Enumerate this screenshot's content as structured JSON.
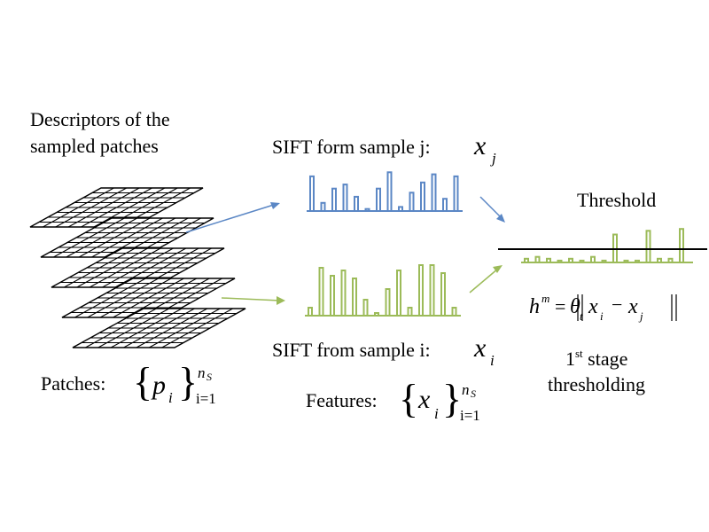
{
  "labels": {
    "descriptors_line1": "Descriptors of the",
    "descriptors_line2": "sampled patches",
    "sift_j": "SIFT form sample j:",
    "sift_i": "SIFT from sample i:",
    "threshold": "Threshold",
    "patches": "Patches:",
    "features": "Features:",
    "stage_num": "1",
    "stage_sup": "st",
    "stage_word": "stage",
    "thresholding": "thresholding"
  },
  "math": {
    "x": "x",
    "j": "j",
    "i": "i",
    "p": "p",
    "n": "n",
    "S": "S",
    "i_eq_1": "i=1",
    "lbrace": "{",
    "rbrace": "}",
    "h": "h",
    "m": "m",
    "eq": "=",
    "theta": "θ",
    "t": "t",
    "minus": "−"
  },
  "colors": {
    "blue": "#5b87c5",
    "green": "#9cbb59",
    "black": "#000000"
  },
  "histograms": {
    "blue_bars": [
      0.85,
      0.2,
      0.55,
      0.65,
      0.35,
      0.05,
      0.55,
      0.95,
      0.1,
      0.45,
      0.7,
      0.9,
      0.3,
      0.85
    ],
    "green_bars": [
      0.15,
      0.9,
      0.75,
      0.85,
      0.7,
      0.3,
      0.05,
      0.5,
      0.85,
      0.15,
      0.95,
      0.95,
      0.8,
      0.15
    ],
    "threshold_bars": [
      0.1,
      0.15,
      0.1,
      0.05,
      0.1,
      0.05,
      0.15,
      0.05,
      0.75,
      0.05,
      0.05,
      0.85,
      0.1,
      0.1,
      0.9
    ]
  }
}
